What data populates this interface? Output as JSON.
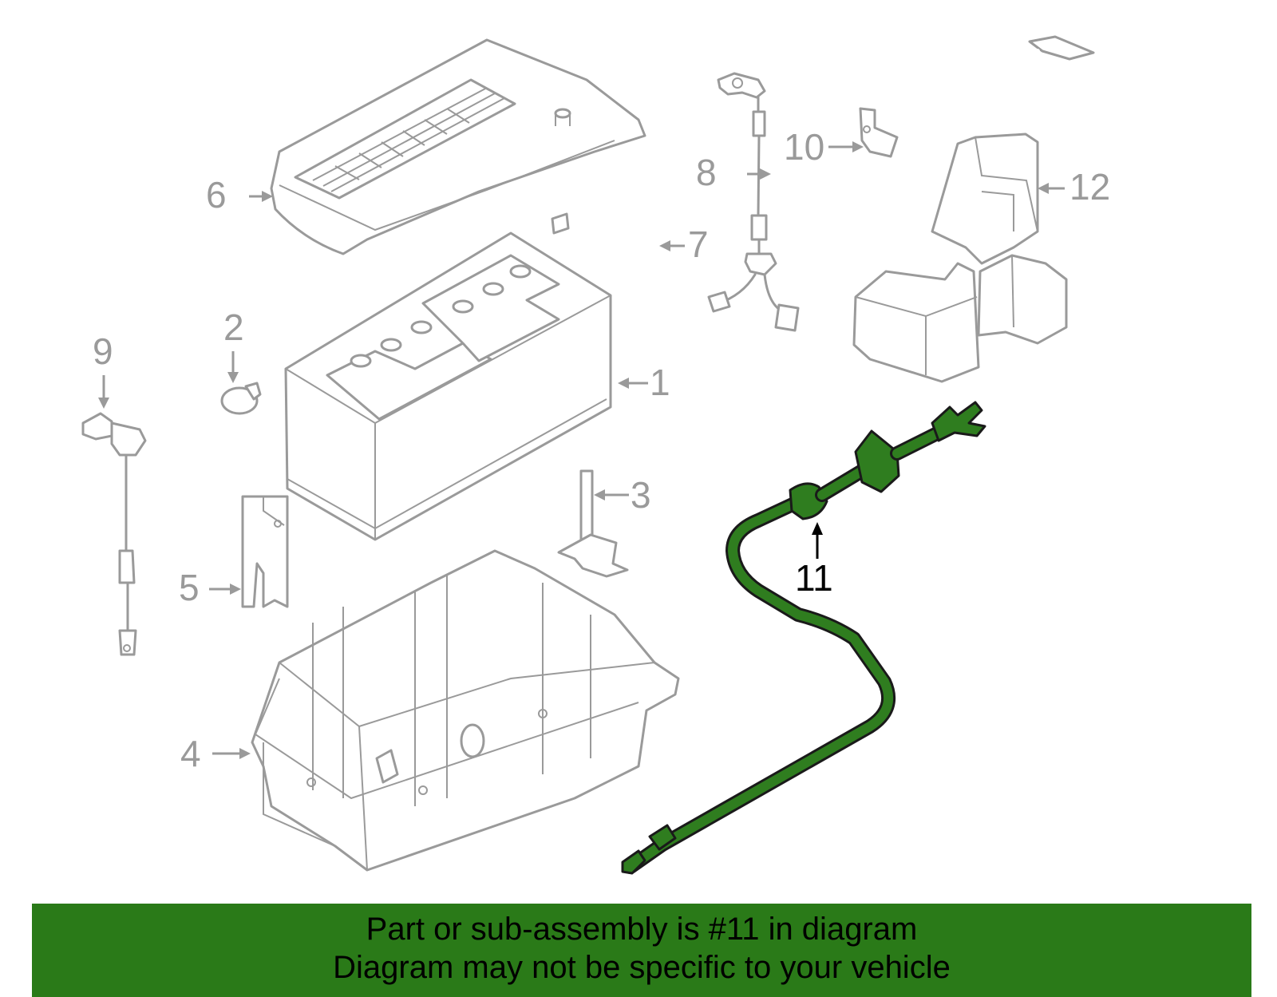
{
  "callouts": {
    "c1": "1",
    "c2": "2",
    "c3": "3",
    "c4": "4",
    "c5": "5",
    "c6": "6",
    "c7": "7",
    "c8": "8",
    "c9": "9",
    "c10": "10",
    "c11": "11",
    "c12": "12"
  },
  "highlight": {
    "part": "11",
    "color": "#2f7d1f"
  },
  "banner": {
    "color": "#2a7a18",
    "line1": "Part or sub-assembly is #11 in diagram",
    "line2": "Diagram may not be specific to your vehicle"
  }
}
